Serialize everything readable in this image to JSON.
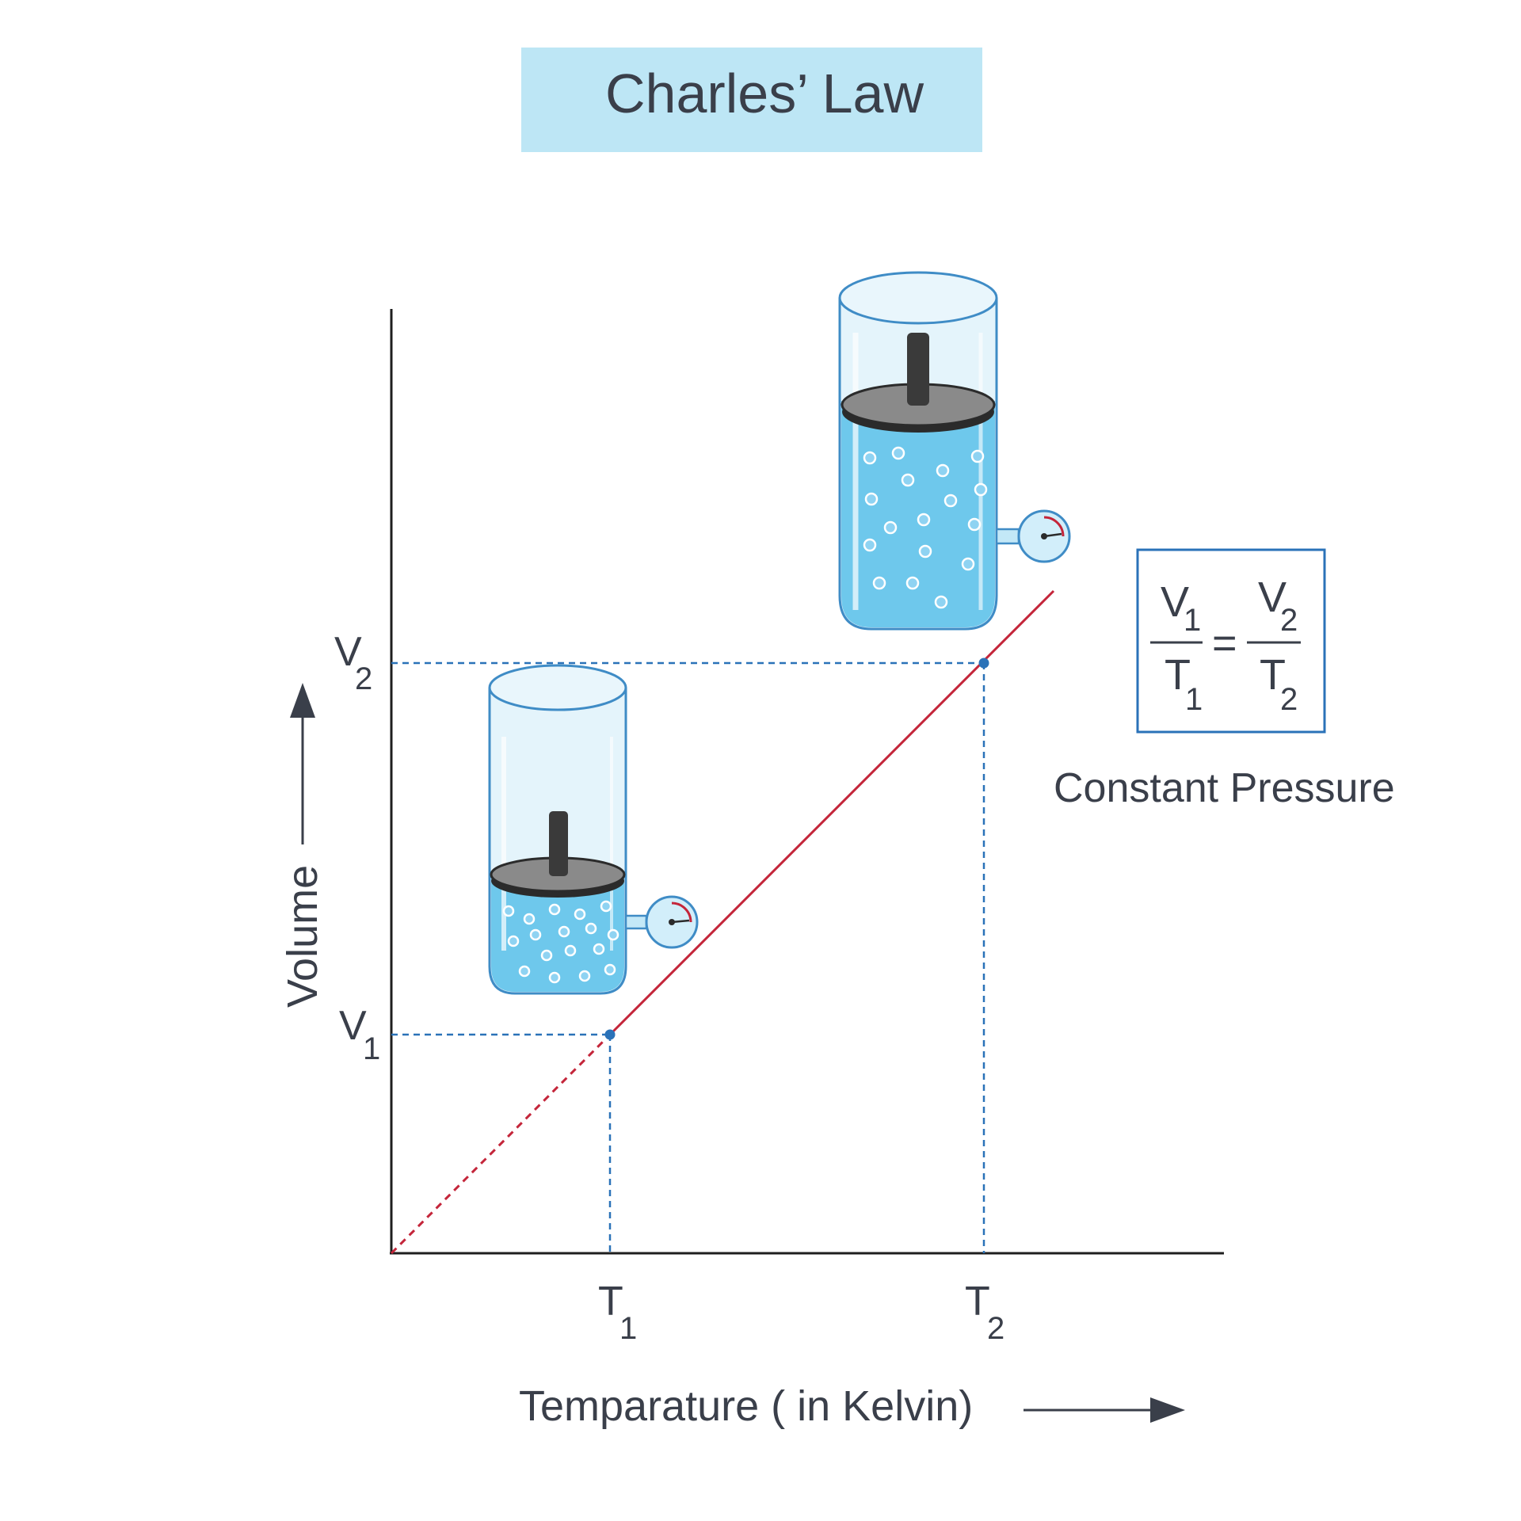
{
  "title": "Charles’ Law",
  "axes": {
    "y_label": "Volume",
    "x_label": "Temparature  ( in Kelvin)",
    "y_ticks": [
      {
        "main": "V",
        "sub": "1"
      },
      {
        "main": "V",
        "sub": "2"
      }
    ],
    "x_ticks": [
      {
        "main": "T",
        "sub": "1"
      },
      {
        "main": "T",
        "sub": "2"
      }
    ]
  },
  "formula": {
    "num_left": {
      "main": "V",
      "sub": "1"
    },
    "den_left": {
      "main": "T",
      "sub": "1"
    },
    "equals": "=",
    "num_right": {
      "main": "V",
      "sub": "2"
    },
    "den_right": {
      "main": "T",
      "sub": "2"
    }
  },
  "note": "Constant Pressure",
  "colors": {
    "title_bg": "#bde6f5",
    "line": "#c4253a",
    "guide": "#2a72b8",
    "water": "#6ec8ec",
    "glass_outline": "#3f8cc6",
    "piston": "#3a3a3a",
    "text": "#3a3f4a"
  }
}
